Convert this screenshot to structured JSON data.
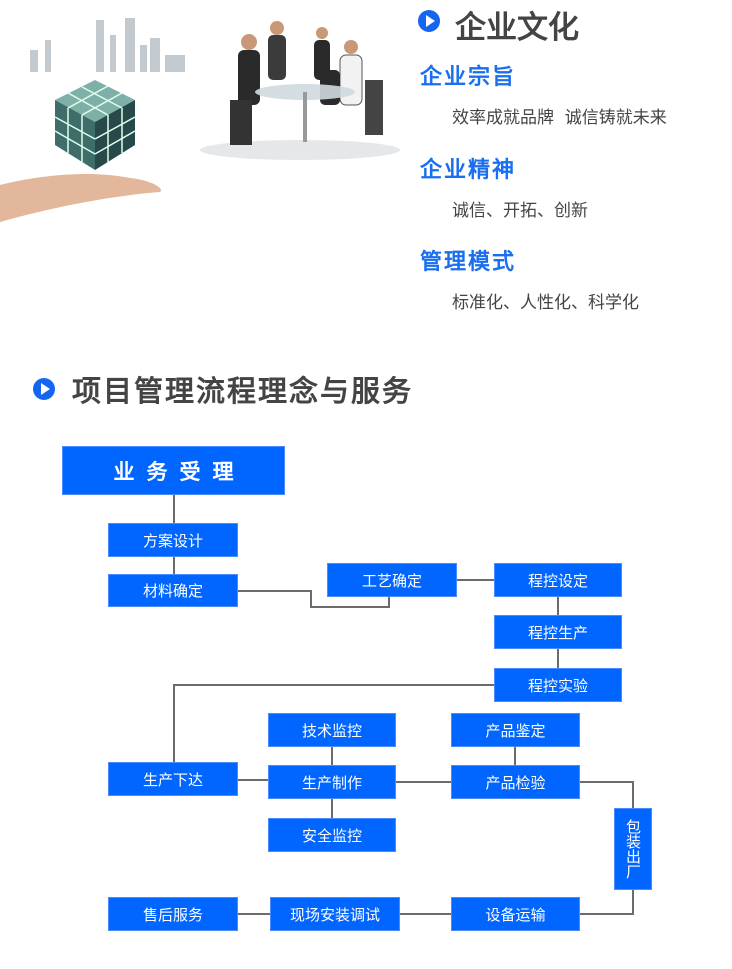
{
  "culture": {
    "title": "企业文化",
    "sections": [
      {
        "heading": "企业宗旨",
        "text": "效率成就品牌  诚信铸就未来"
      },
      {
        "heading": "企业精神",
        "text": "诚信、开拓、创新"
      },
      {
        "heading": "管理模式",
        "text": "标准化、人性化、科学化"
      }
    ]
  },
  "process": {
    "title": "项目管理流程理念与服务",
    "boxes": {
      "accept": "业务受理",
      "design": "方案设计",
      "material": "材料确定",
      "craft": "工艺确定",
      "prog_set": "程控设定",
      "prog_prod": "程控生产",
      "prog_test": "程控实验",
      "issue": "生产下达",
      "tech": "技术监控",
      "make": "生产制作",
      "safety": "安全监控",
      "appraise": "产品鉴定",
      "inspect": "产品检验",
      "pack": "包装出厂",
      "after": "售后服务",
      "install": "现场安装调试",
      "transport": "设备运输"
    }
  },
  "colors": {
    "accent": "#0066ff",
    "line": "#6b6b6b"
  }
}
